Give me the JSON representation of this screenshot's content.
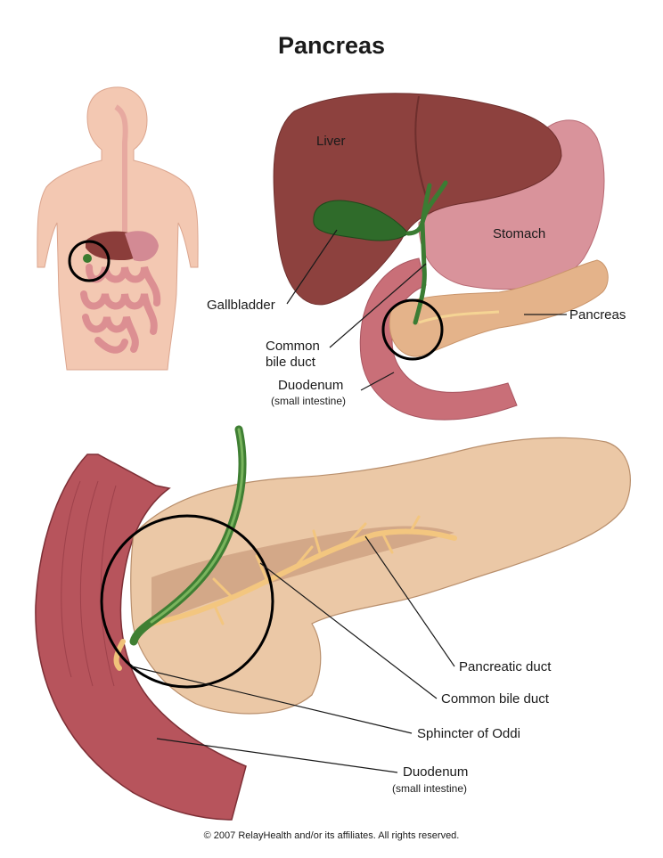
{
  "title": "Pancreas",
  "labels": {
    "liver": "Liver",
    "stomach": "Stomach",
    "gallbladder": "Gallbladder",
    "pancreas": "Pancreas",
    "common_bile_duct_top_line1": "Common",
    "common_bile_duct_top_line2": "bile duct",
    "duodenum_top": "Duodenum",
    "duodenum_top_sub": "(small intestine)",
    "pancreatic_duct": "Pancreatic duct",
    "common_bile_duct": "Common bile duct",
    "sphincter_of_oddi": "Sphincter of Oddi",
    "duodenum_bottom": "Duodenum",
    "duodenum_bottom_sub": "(small intestine)"
  },
  "footer": "© 2007 RelayHealth and/or its affiliates.  All rights reserved.",
  "colors": {
    "skin": "#f2c6b0",
    "liver": "#8a3d3a",
    "gallbladder": "#2f6b2a",
    "stomach": "#d98a92",
    "pancreas": "#e9c3a0",
    "duct": "#f1c27a",
    "duodenum": "#b4585e"
  }
}
